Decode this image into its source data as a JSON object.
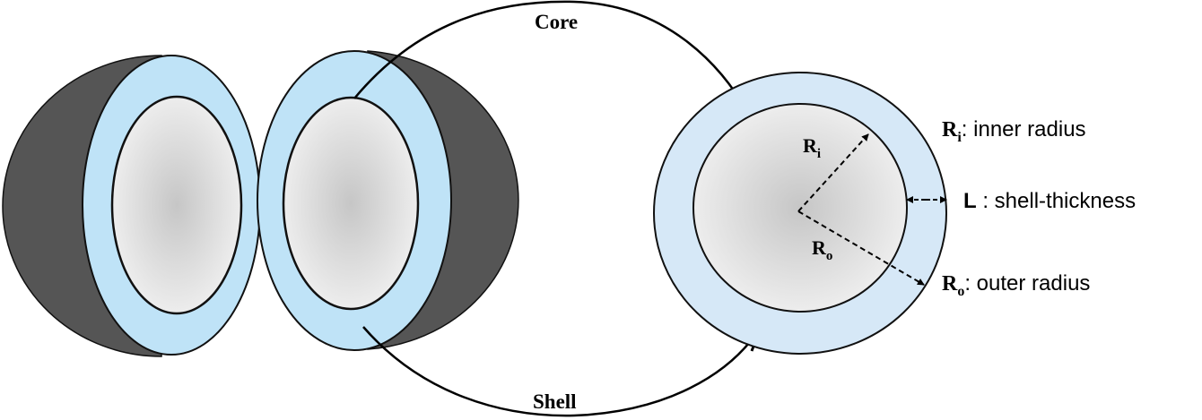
{
  "labels": {
    "core": "Core",
    "shell": "Shell",
    "ri_symbol": "R",
    "ri_sub": "i",
    "ro_symbol": "R",
    "ro_sub": "o",
    "legend": [
      {
        "symbol": "R",
        "sub": "i",
        "text": ": inner radius"
      },
      {
        "symbol": "L",
        "sub": "",
        "text": " : shell-thickness"
      },
      {
        "symbol": "R",
        "sub": "o",
        "text": ": outer radius"
      }
    ]
  },
  "colors": {
    "shell": "#bfe3f7",
    "shell_sphere": "#d6e8f7",
    "dark": "#555555",
    "core_center": "#c8c8c8",
    "core_edge": "#ececec"
  }
}
